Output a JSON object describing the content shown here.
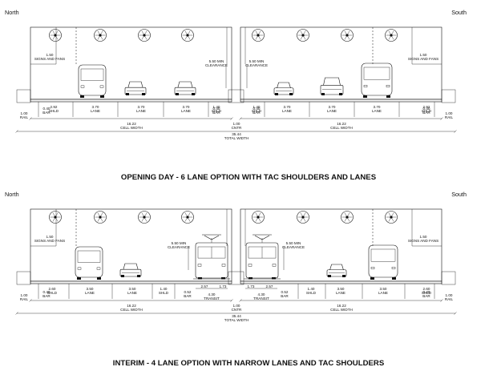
{
  "top": {
    "north": "North",
    "south": "South",
    "signs_left": [
      "1.50",
      "SIGNS AND FANS"
    ],
    "signs_right": [
      "1.50",
      "SIGNS AND FANS"
    ],
    "clear_left": [
      "5.50 MIN",
      "CLEARANCE"
    ],
    "clear_right": [
      "5.50 MIN",
      "CLEARANCE"
    ],
    "left_dims": [
      [
        "0.40",
        "BAR"
      ],
      [
        "2.92",
        "SHLD"
      ],
      [
        "3.70",
        "LANE"
      ],
      [
        "3.70",
        "LANE"
      ],
      [
        "3.70",
        "LANE"
      ],
      [
        "0.40",
        "BAR"
      ],
      [
        "1.40",
        "SHLD"
      ]
    ],
    "right_dims": [
      [
        "0.40",
        "BAR"
      ],
      [
        "1.40",
        "SHLD"
      ],
      [
        "3.70",
        "LANE"
      ],
      [
        "3.70",
        "LANE"
      ],
      [
        "3.70",
        "LANE"
      ],
      [
        "0.40",
        "BAR"
      ],
      [
        "2.92",
        "SHLD"
      ]
    ],
    "rail_left": [
      "1.00",
      "RAIL"
    ],
    "rail_right": [
      "1.00",
      "RAIL"
    ],
    "cell_left": [
      "16.22",
      "CELL WIDTH"
    ],
    "cell_right": [
      "16.22",
      "CELL WIDTH"
    ],
    "center": [
      "1.00",
      "CNTR"
    ],
    "total": [
      "35.44",
      "TOTAL WIDTH"
    ],
    "caption": "OPENING DAY - 6 LANE OPTION WITH TAC SHOULDERS AND LANES"
  },
  "bottom": {
    "north": "North",
    "south": "South",
    "signs_left": [
      "1.50",
      "SIGNS AND FANS"
    ],
    "signs_right": [
      "1.50",
      "SIGNS AND FANS"
    ],
    "clear_left": [
      "5.50 MIN",
      "CLEARANCE"
    ],
    "clear_right": [
      "5.50 MIN",
      "CLEARANCE"
    ],
    "left_dims": [
      [
        "0.40",
        "BAR"
      ],
      [
        "2.60",
        "SHLD"
      ],
      [
        "3.50",
        "LANE"
      ],
      [
        "3.50",
        "LANE"
      ],
      [
        "1.40",
        "SHLD"
      ],
      [
        "0.52",
        "BAR"
      ]
    ],
    "right_dims": [
      [
        "0.52",
        "BAR"
      ],
      [
        "1.40",
        "SHLD"
      ],
      [
        "3.50",
        "LANE"
      ],
      [
        "3.50",
        "LANE"
      ],
      [
        "2.60",
        "SHLD"
      ],
      [
        "0.40",
        "BAR"
      ]
    ],
    "transit_left": [
      "2.57",
      "1.73",
      "4.30",
      "TRANSIT"
    ],
    "transit_right": [
      "1.73",
      "2.57",
      "4.30",
      "TRANSIT"
    ],
    "rail_left": [
      "1.00",
      "RAIL"
    ],
    "rail_right": [
      "1.00",
      "RAIL"
    ],
    "cell_left": [
      "16.22",
      "CELL WIDTH"
    ],
    "cell_right": [
      "16.22",
      "CELL WIDTH"
    ],
    "center": [
      "1.00",
      "CNTR"
    ],
    "total": [
      "35.44",
      "TOTAL WIDTH"
    ],
    "caption": "INTERIM - 4 LANE OPTION WITH NARROW LANES AND TAC SHOULDERS"
  }
}
